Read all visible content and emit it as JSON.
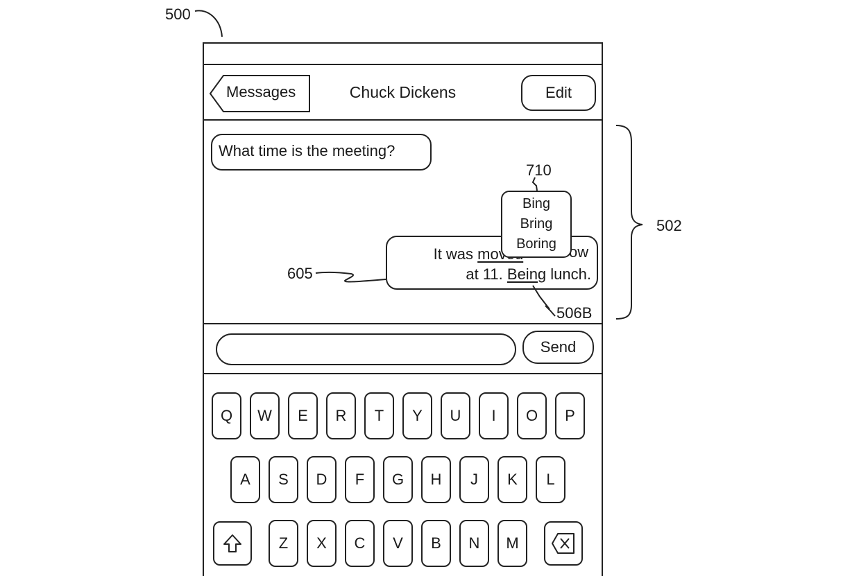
{
  "labels": {
    "ref_500": "500",
    "ref_502": "502",
    "ref_605": "605",
    "ref_710": "710",
    "ref_506b": "506B"
  },
  "header": {
    "back_label": "Messages",
    "title": "Chuck Dickens",
    "edit_label": "Edit"
  },
  "messages": {
    "incoming": "What time is the meeting?",
    "outgoing": {
      "line1_prefix": "It was ",
      "line1_word": "moved",
      "line1_hidden": " tomorrow",
      "line1_visible_end": "ow",
      "line2_prefix": "at 11. ",
      "line2_word": "Being",
      "line2_suffix": " lunch."
    }
  },
  "suggestions": [
    "Bing",
    "Bring",
    "Boring"
  ],
  "composer": {
    "input_value": "",
    "send_label": "Send"
  },
  "keyboard": {
    "row1": [
      "Q",
      "W",
      "E",
      "R",
      "T",
      "Y",
      "U",
      "I",
      "O",
      "P"
    ],
    "row2": [
      "A",
      "S",
      "D",
      "F",
      "G",
      "H",
      "J",
      "K",
      "L"
    ],
    "row3": [
      "Z",
      "X",
      "C",
      "V",
      "B",
      "N",
      "M"
    ],
    "shift_icon": "shift-arrow-icon",
    "delete_icon": "delete-x-icon"
  }
}
